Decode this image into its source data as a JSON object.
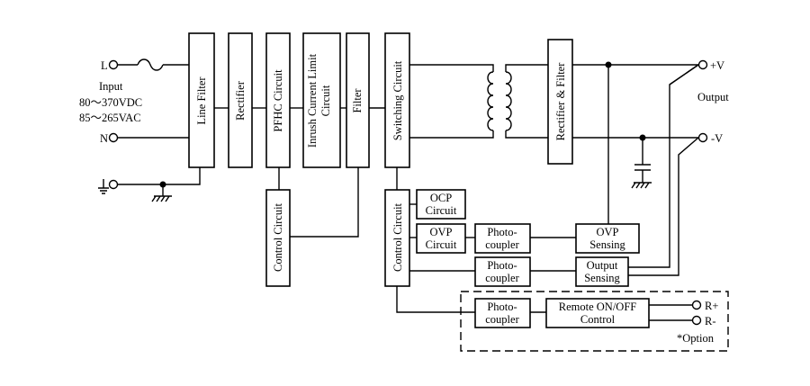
{
  "input": {
    "line_label": "L",
    "title": "Input",
    "range_dc": "80～370VDC",
    "range_ac": "85～265VAC",
    "neutral_label": "N"
  },
  "blocks": {
    "line_filter": "Line Filter",
    "rectifier": "Rectifier",
    "pfhc": "PFHC Circuit",
    "inrush_1": "Inrush Current Limit",
    "inrush_2": "Circuit",
    "filter": "Filter",
    "switching": "Switching Circuit",
    "rect_filter": "Rectifier & Filter",
    "control_1": "Control Circuit",
    "control_2": "Control Circuit",
    "ocp": [
      "OCP",
      "Circuit"
    ],
    "ovp": [
      "OVP",
      "Circuit"
    ],
    "photo_1": [
      "Photo-",
      "coupler"
    ],
    "photo_2": [
      "Photo-",
      "coupler"
    ],
    "photo_3": [
      "Photo-",
      "coupler"
    ],
    "ovp_sensing": [
      "OVP",
      "Sensing"
    ],
    "output_sensing": [
      "Output",
      "Sensing"
    ],
    "remote": [
      "Remote ON/OFF",
      "Control"
    ]
  },
  "output": {
    "pos_label": "+V",
    "neg_label": "-V",
    "title": "Output"
  },
  "option": {
    "r_plus": "R+",
    "r_minus": "R-",
    "note": "*Option"
  }
}
